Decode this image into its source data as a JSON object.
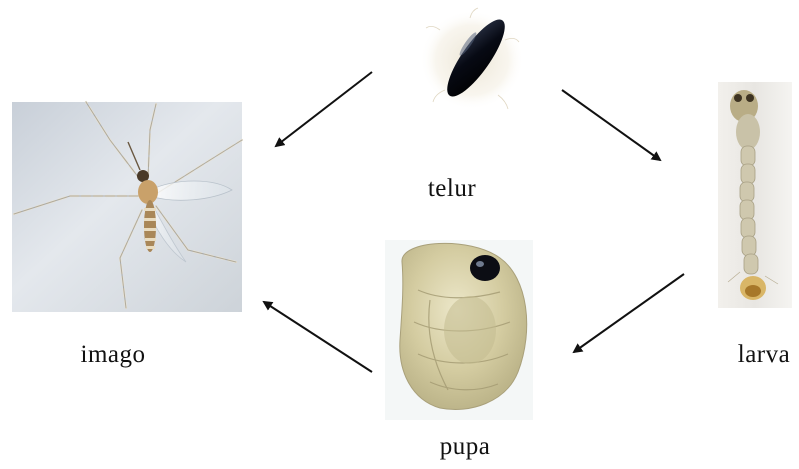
{
  "diagram": {
    "stages": {
      "egg": "telur",
      "larva": "larva",
      "pupa": "pupa",
      "adult": "imago"
    }
  },
  "colors": {
    "arrow": "#111111",
    "egg": "#0b0f1c",
    "larva_body": "#c9c2a8",
    "pupa_body": "#d7d0a8",
    "adult_body": "#c9a16a"
  },
  "icons": {
    "egg": "egg-photo-icon",
    "larva": "larva-photo-icon",
    "pupa": "pupa-photo-icon",
    "adult": "mosquito-photo-icon"
  }
}
